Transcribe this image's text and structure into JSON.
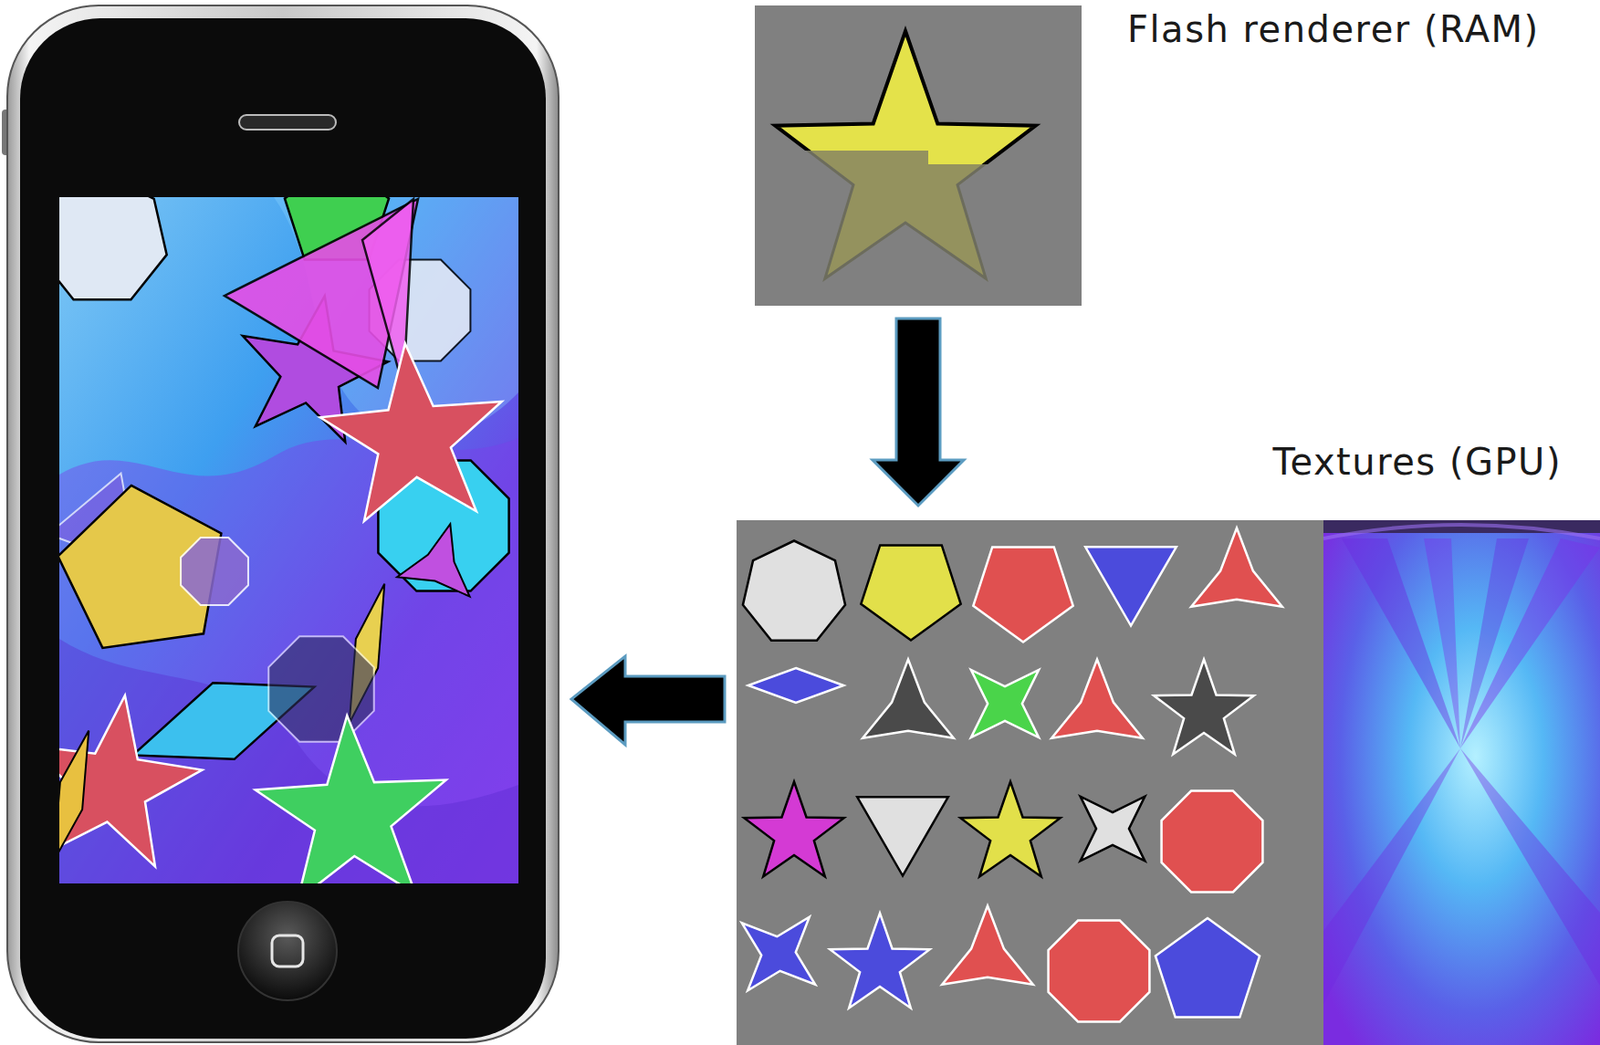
{
  "diagram": {
    "nodes": [
      {
        "text": [
          "Flash renderer (RAM)"
        ]
      },
      {
        "text": [
          "Textures (GPU)"
        ]
      }
    ],
    "edges": [
      {
        "from": 0,
        "to": 1,
        "arrow": "to"
      }
    ]
  }
}
